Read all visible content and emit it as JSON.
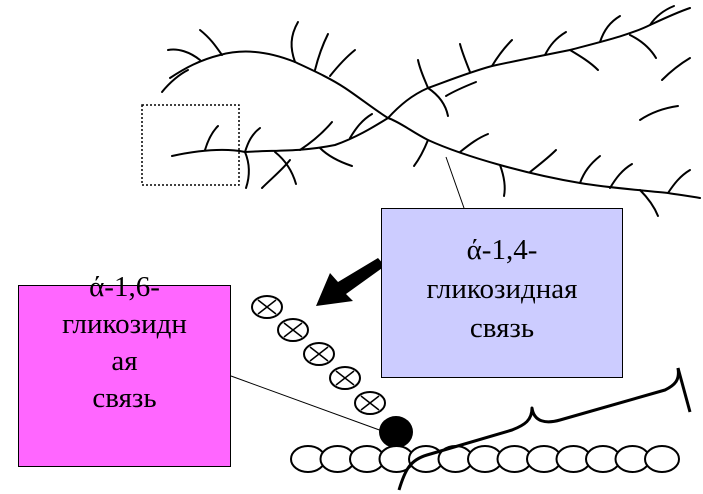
{
  "colors": {
    "alpha14_box": "#ccccff",
    "alpha16_box": "#ff66ff",
    "line": "#000000"
  },
  "labels": {
    "alpha14": {
      "line1": "ά-1,4-",
      "line2": "гликозидная",
      "line3": "связь"
    },
    "alpha16": {
      "line1": "ά-1,6-",
      "line2": "гликозидн",
      "line3": "ая",
      "line4": "связь"
    }
  },
  "icons": {
    "hatched_unit": "crossed-circle",
    "branch_unit": "filled-circle",
    "chain_unit": "open-circle"
  }
}
